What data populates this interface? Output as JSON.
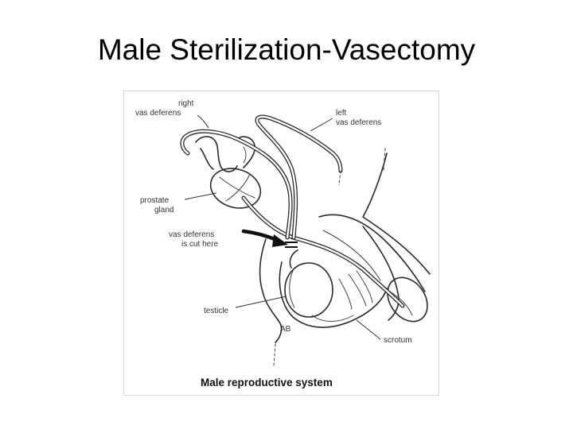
{
  "slide": {
    "title": "Male Sterilization-Vasectomy"
  },
  "diagram": {
    "labels": {
      "right_vas_line1": "right",
      "right_vas_line2": "vas deferens",
      "left_vas_line1": "left",
      "left_vas_line2": "vas deferens",
      "prostate_line1": "prostate",
      "prostate_line2": "gland",
      "cut_line1": "vas deferens",
      "cut_line2": "is cut here",
      "testicle": "testicle",
      "scrotum": "scrotum"
    },
    "caption": "Male reproductive system"
  }
}
